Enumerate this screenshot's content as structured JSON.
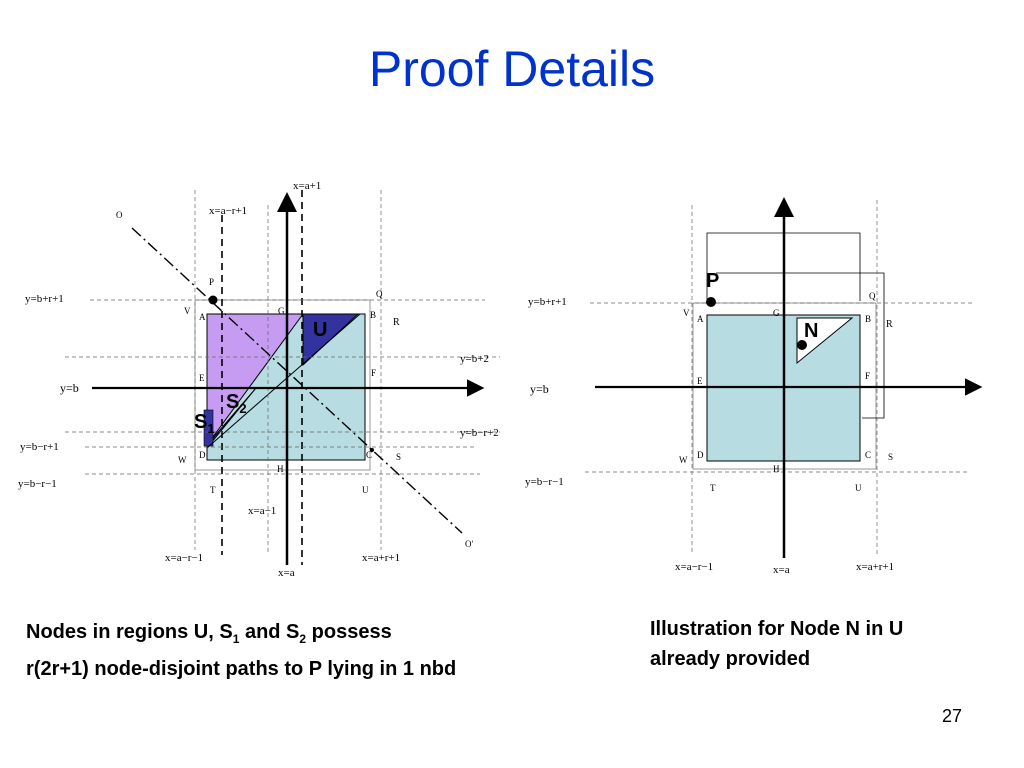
{
  "slide": {
    "title": "Proof Details",
    "page_number": "27"
  },
  "left_figure": {
    "line_labels": {
      "x_a_plus_1_top": "x=a+1",
      "x_a_minus_r_plus_1": "x=a−r+1",
      "y_b_plus_r_plus_1": "y=b+r+1",
      "y_b_plus_2": "y=b+2",
      "y_b": "y=b",
      "y_b_minus_r_plus_2": "y=b−r+2",
      "y_b_minus_r_plus_1": "y=b−r+1",
      "y_b_minus_r_minus_1": "y=b−r−1",
      "x_a_minus_1": "x=a−1",
      "x_a_minus_r_minus_1": "x=a−r−1",
      "x_a_plus_r_plus_1": "x=a+r+1",
      "x_a": "x=a"
    },
    "point_labels": {
      "O": "O",
      "O_prime": "O'",
      "P": "P",
      "Q": "Q",
      "V": "V",
      "A": "A",
      "G": "G",
      "B": "B",
      "R": "R",
      "E": "E",
      "F": "F",
      "W": "W",
      "D": "D",
      "H": "H",
      "C": "C",
      "S": "S",
      "T": "T",
      "U": "U"
    },
    "region_labels": {
      "U": "U",
      "S1_main": "S",
      "S1_sub": "1",
      "S2_main": "S",
      "S2_sub": "2"
    },
    "colors": {
      "square_fill": "#b7dde3",
      "region_light": "#c69cf2",
      "region_dark": "#3333a0"
    }
  },
  "right_figure": {
    "line_labels": {
      "y_b_plus_r_plus_1": "y=b+r+1",
      "y_b": "y=b",
      "y_b_minus_r_minus_1": "y=b−r−1",
      "x_a_minus_r_minus_1": "x=a−r−1",
      "x_a": "x=a",
      "x_a_plus_r_plus_1": "x=a+r+1"
    },
    "point_labels": {
      "Q": "Q",
      "V": "V",
      "A": "A",
      "G": "G",
      "B": "B",
      "R": "R",
      "E": "E",
      "F": "F",
      "W": "W",
      "D": "D",
      "H": "H",
      "C": "C",
      "S": "S",
      "T": "T",
      "U": "U"
    },
    "node_labels": {
      "P": "P",
      "N": "N"
    },
    "colors": {
      "square_fill": "#b7dde3"
    }
  },
  "captions": {
    "left_line1_a": "Nodes in regions U, S",
    "left_line1_sub1": "1",
    "left_line1_b": " and S",
    "left_line1_sub2": "2",
    "left_line1_c": " possess",
    "left_line2": "r(2r+1) node-disjoint paths to P lying in 1 nbd",
    "right_line1": "Illustration for Node N in U",
    "right_line2": "already provided"
  }
}
